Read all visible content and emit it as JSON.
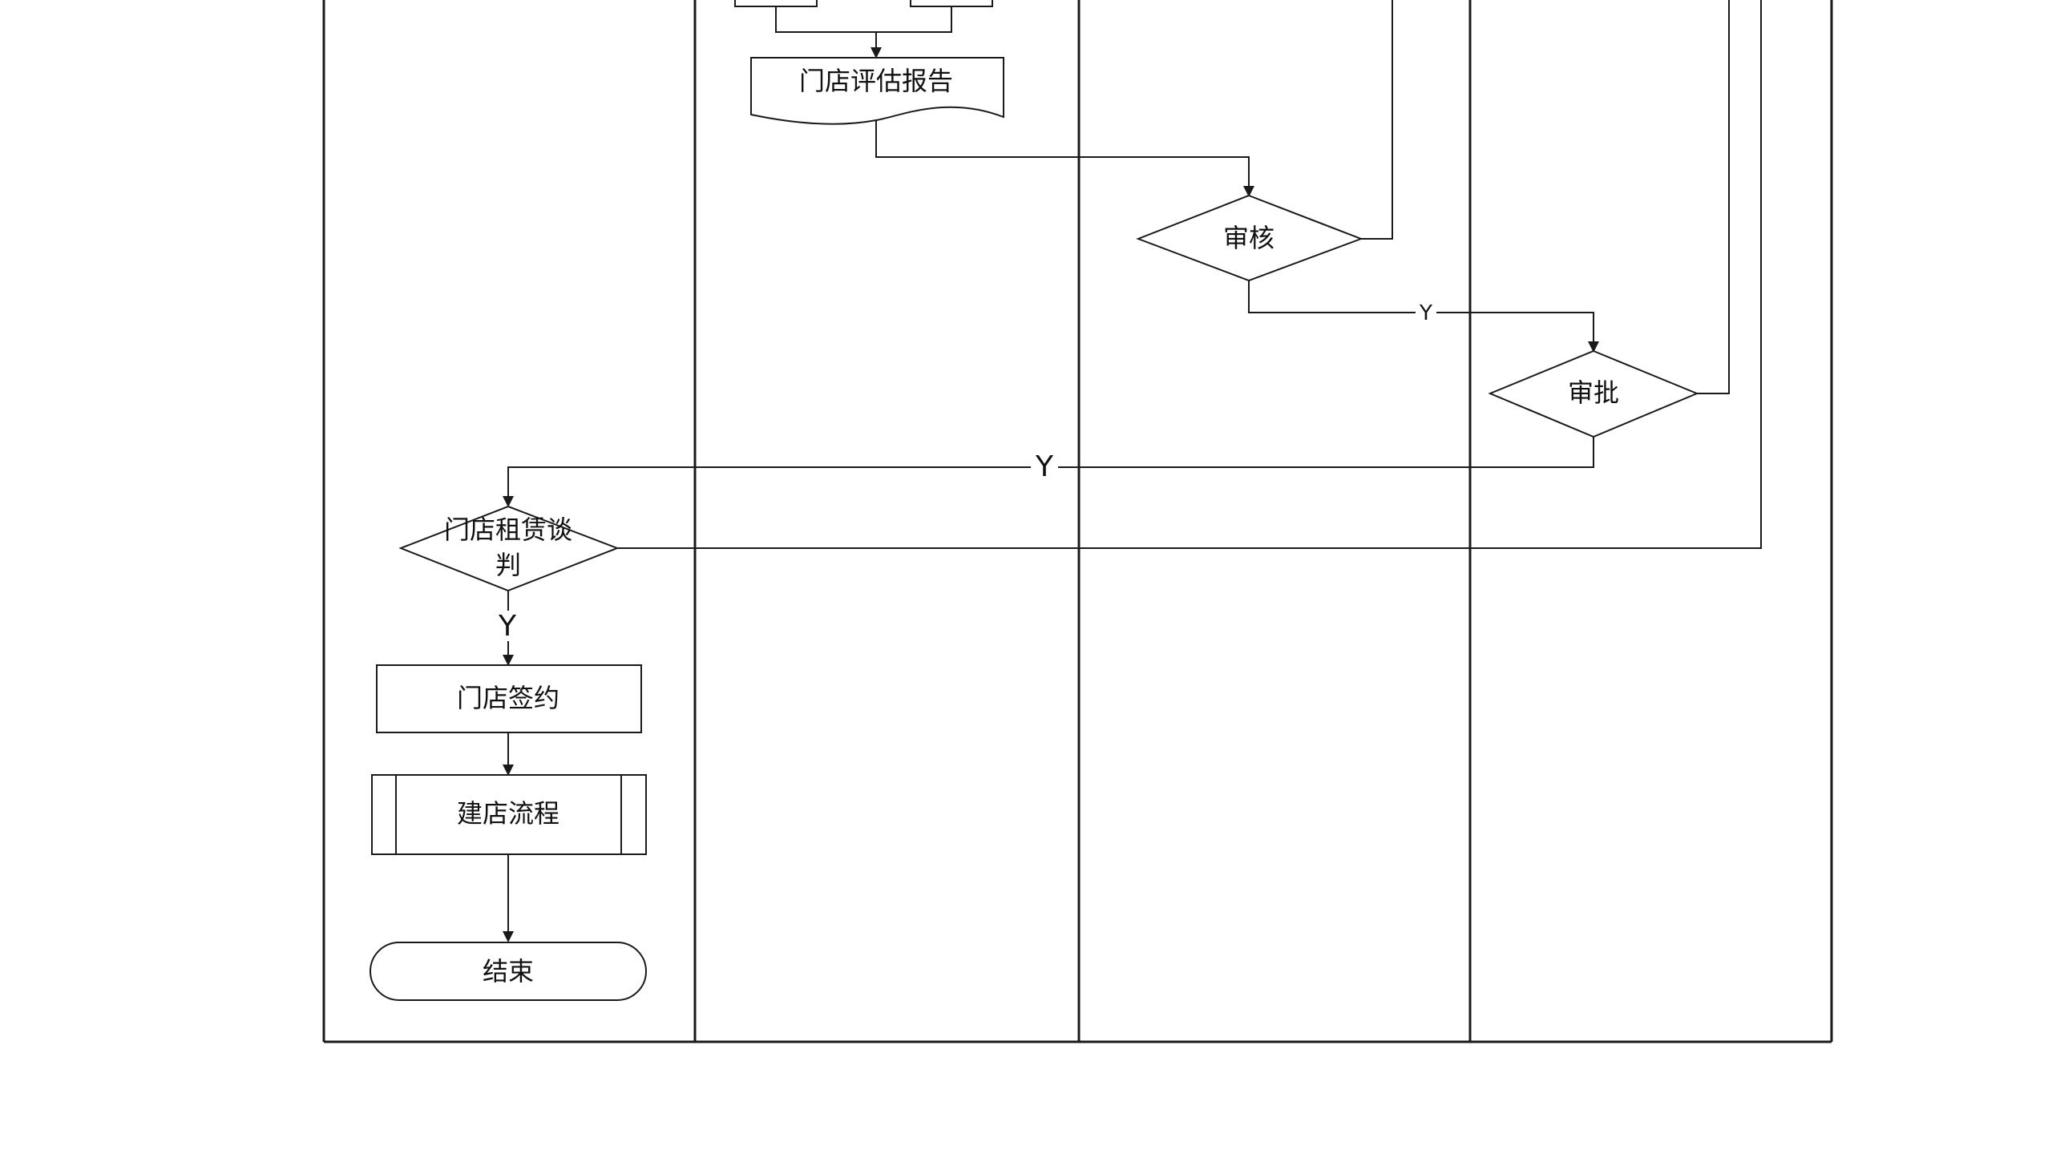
{
  "diagram": {
    "colors": {
      "line": "#1a1a1a",
      "background": "#ffffff"
    },
    "nodes": {
      "report": {
        "label": "门店评估报告"
      },
      "review": {
        "label": "审核"
      },
      "approve": {
        "label": "审批"
      },
      "negotiate": {
        "line1": "门店租赁谈",
        "line2": "判"
      },
      "sign": {
        "label": "门店签约"
      },
      "build": {
        "label": "建店流程"
      },
      "end": {
        "label": "结束"
      }
    },
    "edges": {
      "review_to_approve": {
        "label": "Y"
      },
      "approve_to_negotiate": {
        "label": "Y"
      },
      "negotiate_to_sign": {
        "label": "Y"
      }
    }
  }
}
